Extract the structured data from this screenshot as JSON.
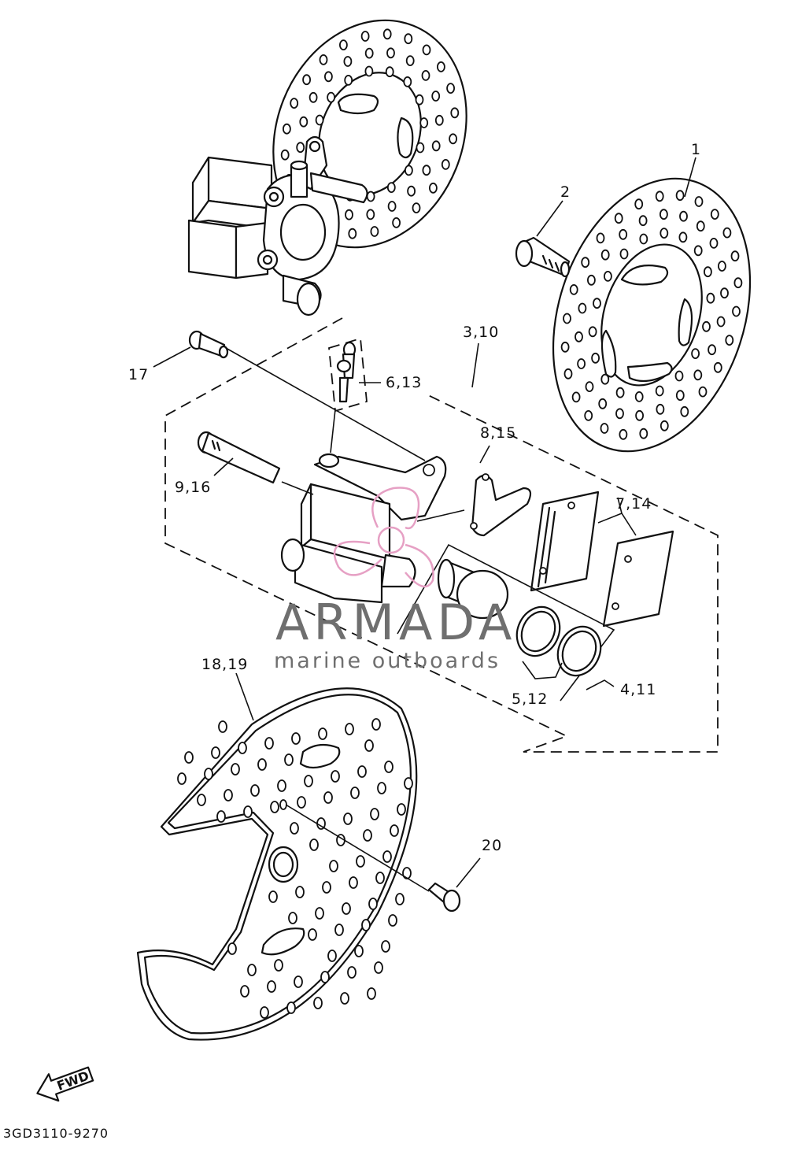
{
  "callouts": {
    "c1": "1",
    "c2": "2",
    "c3_10": "3,10",
    "c4_11": "4,11",
    "c5_12": "5,12",
    "c6_13": "6,13",
    "c7_14": "7,14",
    "c8_15": "8,15",
    "c9_16": "9,16",
    "c17": "17",
    "c18_19": "18,19",
    "c20": "20"
  },
  "direction_label": "FWD",
  "drawing_code": "3GD3110-9270",
  "watermark": {
    "brand": "ARMADA",
    "tagline": "marine outboards",
    "brand_color": "#6f6f6f",
    "logo_color": "#e6a0c4"
  }
}
